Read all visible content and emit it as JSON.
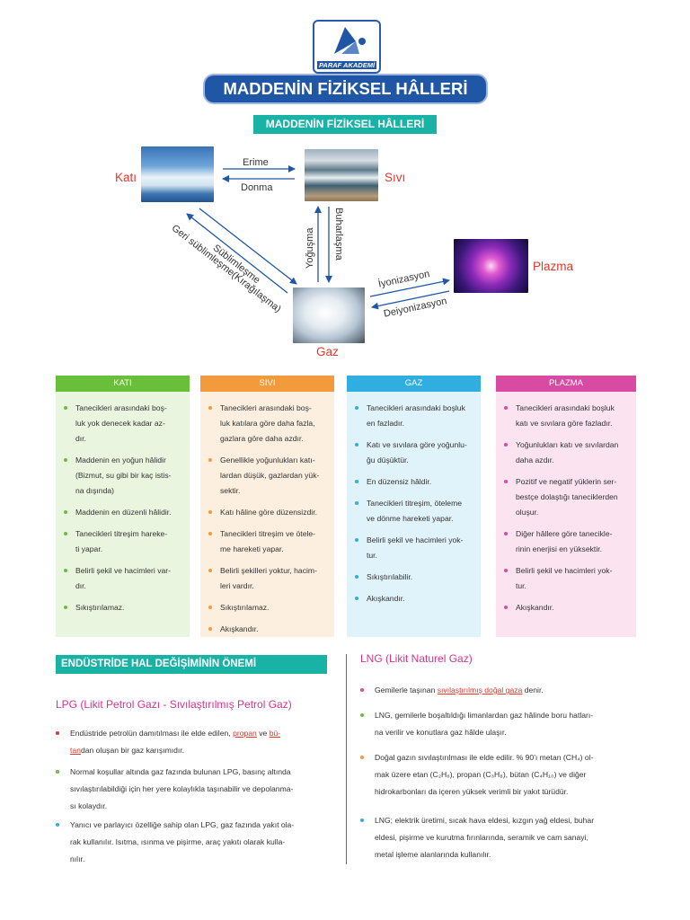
{
  "logo": {
    "text": "PARAF AKADEMİ"
  },
  "title": "MADDENİN FİZİKSEL HÂLLERİ",
  "subtitle": "MADDENİN FİZİKSEL HÂLLERİ",
  "diagram": {
    "states": {
      "kati": "Katı",
      "sivi": "Sıvı",
      "gaz": "Gaz",
      "plazma": "Plazma"
    },
    "transitions": {
      "erime": "Erime",
      "donma": "Donma",
      "sublimlesme": "Süblimleşme",
      "geri_sublimlesme": "Geri süblimleşme(Kırağılaşma)",
      "yogusma": "Yoğuşma",
      "buharlasma": "Buharlaşma",
      "iyonizasyon": "İyonizasyon",
      "deiyonizasyon": "Deiyonizasyon"
    }
  },
  "colors": {
    "kati": "#6abf3a",
    "sivi": "#f39a3c",
    "gaz": "#31aee0",
    "plazma": "#d94aa3",
    "accent": "#1f56a6",
    "teal": "#19b3a6",
    "red": "#e2372b"
  },
  "table": {
    "kati": {
      "header": "KATI",
      "items": [
        "Tanecikleri arasındaki boş-",
        "luk yok denecek kadar az-",
        "dır.",
        "Maddenin en yoğun hâlidir",
        "(Bizmut, su gibi bir kaç istis-",
        "na dışında)",
        "Maddenin en düzenli hâlidir.",
        "Tanecikleri titreşim hareke-",
        "ti yapar.",
        "Belirli şekil ve hacimleri var-",
        "dır.",
        "Sıkıştırılamaz."
      ]
    },
    "sivi": {
      "header": "SIVI",
      "items": [
        "Tanecikleri arasındaki boş-",
        "luk katılara göre daha fazla,",
        "gazlara göre daha azdır.",
        "Genellikle yoğunlukları katı-",
        "lardan düşük, gazlardan yük-",
        "sektir.",
        "Katı hâline göre düzensizdir.",
        "Tanecikleri titreşim ve ötele-",
        "me hareketi yapar.",
        "Belirli şekilleri yoktur, hacim-",
        "leri vardır.",
        "Sıkıştırılamaz.",
        "Akışkandır."
      ]
    },
    "gaz": {
      "header": "GAZ",
      "items": [
        "Tanecikleri arasındaki boşluk",
        "en fazladır.",
        "Katı ve sıvılara göre yoğunlu-",
        "ğu düşüktür.",
        "En düzensiz hâldir.",
        "Tanecikleri titreşim, öteleme",
        "ve dönme hareketi yapar.",
        "Belirli şekil ve hacimleri yok-",
        "tur.",
        "Sıkıştırılabilir.",
        "Akışkandır."
      ]
    },
    "plazma": {
      "header": "PLAZMA",
      "items": [
        "Tanecikleri arasındaki boşluk",
        "katı ve sıvılara göre fazladır.",
        "Yoğunlukları katı ve sıvılardan",
        "daha azdır.",
        "Pozitif ve negatif yüklerin ser-",
        "bestçe dolaştığı taneciklerden",
        "oluşur.",
        "Diğer hâllere göre tanecikle-",
        "rinin enerjisi en yüksektir.",
        "Belirli şekil ve hacimleri yok-",
        "tur.",
        "Akışkandır."
      ]
    }
  },
  "industry": {
    "header": "ENDÜSTRİDE HAL DEĞİŞİMİNİN ÖNEMİ",
    "lpg_title": "LPG (Likit Petrol Gazı - Sıvılaştırılmış Petrol Gaz)",
    "lpg": {
      "p1_a": "Endüstride petrolün damıtılması ile elde edilen,",
      "p1_propan": "propan",
      "p1_ve": "ve",
      "p1_butan1": "bü-",
      "p1_butan2": "tan",
      "p1_b": "dan oluşan bir gaz karışımıdır.",
      "p2_l1": "Normal koşullar altında gaz fazında bulunan LPG, basınç altında",
      "p2_l2": "sıvılaştırılabildiği için her yere kolaylıkla taşınabilir ve depolanma-",
      "p2_l3": "sı kolaydır.",
      "p3_l1": "Yanıcı ve parlayıcı özelliğe sahip olan LPG, gaz fazında yakıt ola-",
      "p3_l2": "rak kullanılır. Isıtma, ısınma ve pişirme, araç yakıtı olarak kulla-",
      "p3_l3": "nılır."
    },
    "lng_title": "LNG (Likit Naturel Gaz)",
    "lng": {
      "p1_a": "Gemilerle taşınan",
      "p1_red": "sıvılaştırılmış doğal gaza",
      "p1_b": "denir.",
      "p2_l1": "LNG, gemilerle boşaltıldığı limanlardan gaz hâlinde boru hatları-",
      "p2_l2": "na verilir ve konutlara gaz hâlde ulaşır.",
      "p3_l1": "Doğal gazın sıvılaştırılması ile elde edilir. % 90'ı metan (CH₄) ol-",
      "p3_l2": "mak üzere etan (C₂H₆), propan (C₃H₈), bütan (C₄H₁₀) ve diğer",
      "p3_l3": "hidrokarbonları da içeren yüksek verimli bir yakıt türüdür.",
      "p4_l1": "LNG; elektrik üretimi, sıcak hava eldesi, kızgın yağ eldesi, buhar",
      "p4_l2": "eldesi, pişirme ve kurutma fırınlarında, seramik ve cam sanayi,",
      "p4_l3": "metal işleme alanlarında kullanılır."
    }
  }
}
